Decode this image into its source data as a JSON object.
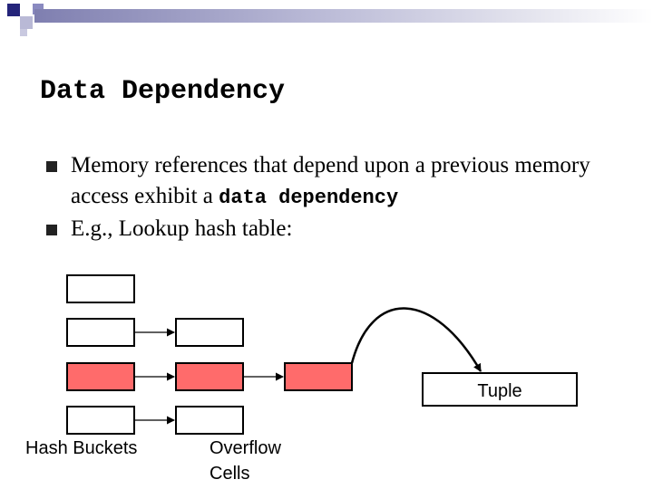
{
  "slide": {
    "title": "Data Dependency",
    "bullets": [
      {
        "text_before": "Memory references that depend upon a previous memory access exhibit a ",
        "bold": "data dependency"
      },
      {
        "text": "E.g., Lookup hash table:"
      }
    ]
  },
  "diagram": {
    "tuple_label": "Tuple",
    "hash_buckets_label": "Hash Buckets",
    "overflow_cells_line1": "Overflow",
    "overflow_cells_line2": "Cells"
  },
  "colors": {
    "accent": "#ff6b6b",
    "band_dark": "#7f7fb0",
    "square_dark": "#24247a",
    "square_light": "#b9b9d6"
  }
}
